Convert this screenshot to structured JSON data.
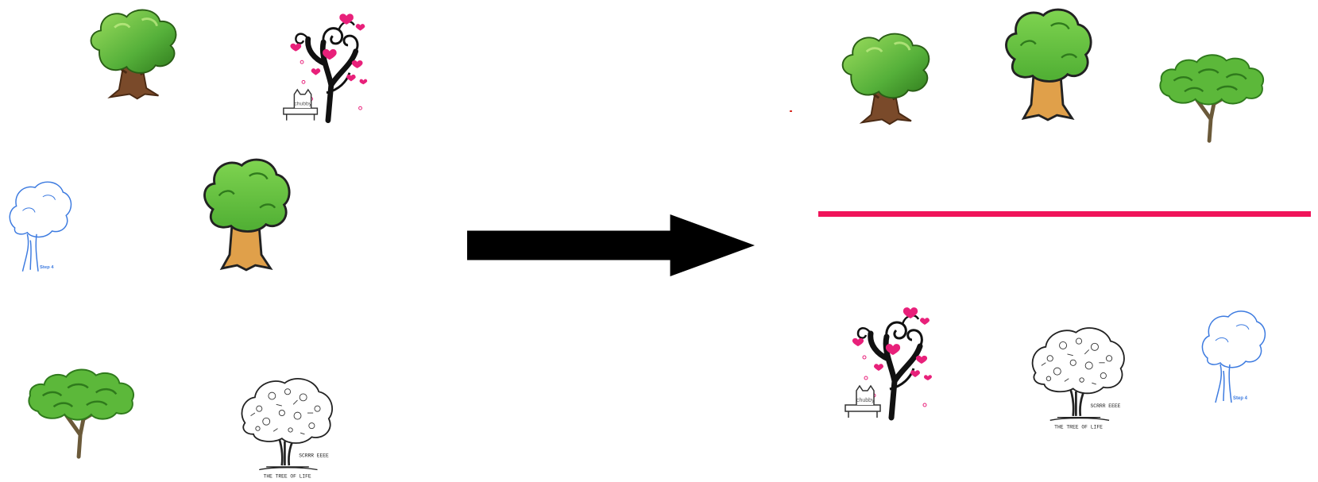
{
  "colors": {
    "leaf_green": "#5cb83a",
    "leaf_green_light": "#8fd45a",
    "leaf_green_dark": "#2f7a1c",
    "trunk_brown": "#7a4a2a",
    "trunk_orange": "#e0a04a",
    "heart_pink": "#e8207a",
    "outline_blue": "#3d7be0",
    "divider_pink": "#f0145a",
    "arrow_black": "#000000"
  },
  "items": {
    "oak": {
      "icon": "green-oak-tree-icon"
    },
    "heart": {
      "icon": "heart-swirl-tree-icon",
      "signature": "chubby"
    },
    "blue": {
      "icon": "blue-outline-tree-icon",
      "caption": "Step 4"
    },
    "round": {
      "icon": "round-green-tree-icon"
    },
    "acacia": {
      "icon": "acacia-tree-icon"
    },
    "life": {
      "icon": "tree-of-life-sketch-icon",
      "caption": "THE TREE OF LIFE",
      "bubble": "SCRRR EEEE"
    }
  },
  "arrow": {
    "icon": "right-arrow-icon"
  },
  "divider": {
    "icon": "divider-line"
  }
}
